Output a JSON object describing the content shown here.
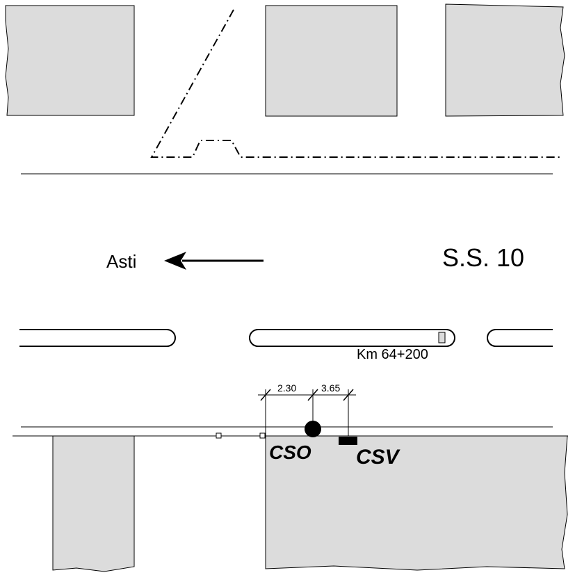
{
  "labels": {
    "direction": "Asti",
    "road": "S.S. 10",
    "km": "Km 64+200",
    "dim_left": "2.30",
    "dim_right": "3.65",
    "cso": "CSO",
    "csv": "CSV"
  },
  "colors": {
    "block_fill": "#dcdcdc",
    "stroke": "#000000",
    "background": "#ffffff"
  }
}
